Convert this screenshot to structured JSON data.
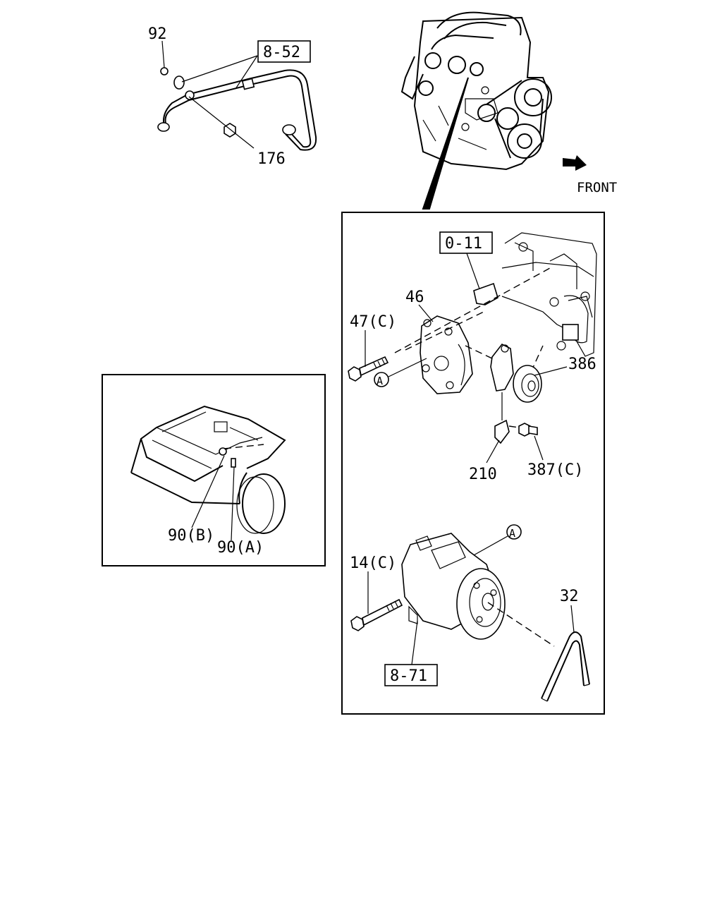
{
  "callouts": {
    "c92": "92",
    "c8_52": "8-52",
    "c176": "176",
    "c0_11": "0-11",
    "c46": "46",
    "c47c": "47(C)",
    "c386": "386",
    "c210": "210",
    "c387c": "387(C)",
    "c90b": "90(B)",
    "c90a": "90(A)",
    "c14c": "14(C)",
    "c32": "32",
    "c8_71": "8-71",
    "marker_a": "A"
  },
  "direction": {
    "label": "FRONT"
  }
}
